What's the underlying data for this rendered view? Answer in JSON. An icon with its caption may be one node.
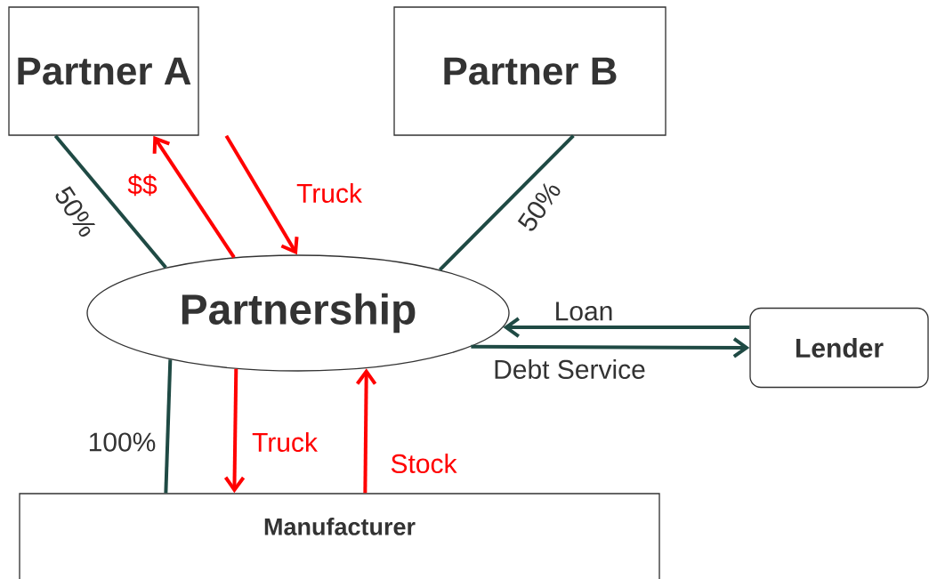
{
  "diagram": {
    "nodes": [
      {
        "text": [
          "Partner A"
        ]
      },
      {
        "text": [
          "Partner B"
        ]
      },
      {
        "text": [
          "Partnership"
        ]
      },
      {
        "text": [
          "Lender"
        ]
      },
      {
        "text": [
          "Manufacturer"
        ]
      }
    ],
    "edges": [
      {
        "from": 0,
        "to": 2,
        "arrow": "none",
        "label": "50%"
      },
      {
        "from": 2,
        "to": 0,
        "arrow": "to",
        "label": "$$",
        "color": "#ff0000"
      },
      {
        "from": 0,
        "to": 2,
        "arrow": "to",
        "label": "Truck",
        "color": "#ff0000"
      },
      {
        "from": 1,
        "to": 2,
        "arrow": "none",
        "label": "50%"
      },
      {
        "from": 3,
        "to": 2,
        "arrow": "to",
        "label": "Loan"
      },
      {
        "from": 2,
        "to": 3,
        "arrow": "to",
        "label": "Debt Service"
      },
      {
        "from": 2,
        "to": 4,
        "arrow": "none",
        "label": "100%"
      },
      {
        "from": 2,
        "to": 4,
        "arrow": "to",
        "label": "Truck",
        "color": "#ff0000"
      },
      {
        "from": 4,
        "to": 2,
        "arrow": "to",
        "label": "Stock",
        "color": "#ff0000"
      }
    ]
  }
}
